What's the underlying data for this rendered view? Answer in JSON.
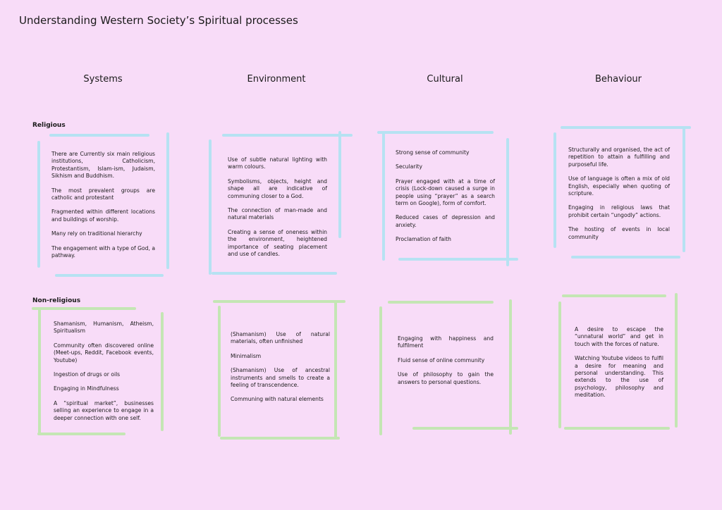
{
  "title": "Understanding Western Society’s Spiritual processes",
  "columns": [
    "Systems",
    "Environment",
    "Cultural",
    "Behaviour"
  ],
  "rows": {
    "religious": {
      "label": "Religious",
      "cards": [
        [
          "There are Currently six main religious institutions, Catholicism, Protestantism, Islam-ism, Judaism, Sikhism and Buddhism.",
          "The most prevalent groups are catholic and protestant",
          "Fragmented within different locations and buildings of worship.",
          "Many rely on traditional hierarchy",
          "The engagement with a type of God, a pathway."
        ],
        [
          "Use of subtle natural lighting with warm colours.",
          "Symbolisms, objects, height and shape all are indicative of communing closer to a God.",
          "The connection of man-made and natural materials",
          "Creating a sense of oneness within the environment, heightened importance of seating placement and use of candles."
        ],
        [
          "Strong sense of community",
          "Secularity",
          "Prayer engaged with at a time of crisis (Lock-down caused a surge in people using “prayer” as a search term on Google), form of comfort.",
          "Reduced cases of depression and anxiety.",
          "Proclamation of faith"
        ],
        [
          "Structurally and organised, the act of repetition to attain a fulfilling and purposeful life.",
          "Use of language is often a mix of old English, especially when quoting of scripture.",
          "Engaging in religious laws that prohibit certain “ungodly” actions.",
          "The hosting of events in local community"
        ]
      ]
    },
    "non_religious": {
      "label": "Non-religious",
      "cards": [
        [
          "Shamanism, Humanism, Atheism, Spiritualism",
          "Community often discovered online (Meet-ups, Reddit, Facebook events, Youtube)",
          "Ingestion of drugs or oils",
          "Engaging in Mindfulness",
          "A “spiritual market”, businesses selling an experience to engage in a deeper connection with one self."
        ],
        [
          "(Shamanism) Use of natural materials, often unfinished",
          "Minimalism",
          "(Shamanism) Use of ancestral instruments and smells to create a feeling of transcendence.",
          "Communing with natural elements"
        ],
        [
          "Engaging with happiness and fulfilment",
          "Fluid sense of online community",
          "Use of philosophy to gain the answers to personal questions."
        ],
        [
          "A desire to escape the “unnatural world” and get in touch with the forces of nature.",
          "Watching Youtube videos to fulfil a desire for meaning and personal understanding. This extends to the use of psychology, philosophy and meditation."
        ]
      ]
    }
  },
  "colors": {
    "background": "#f8dcf8",
    "religious_frame": "#b6e2f2",
    "non_religious_frame": "#c4e6b4"
  }
}
